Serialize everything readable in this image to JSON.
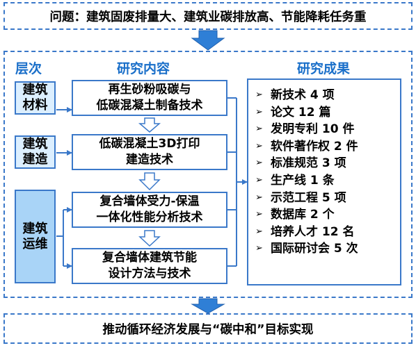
{
  "problem": "问题：建筑固废排量大、建筑业碳排放高、节能降耗任务重",
  "headers": {
    "level": "层次",
    "content": "研究内容",
    "results": "研究成果"
  },
  "levels": [
    {
      "line1": "建筑",
      "line2": "材料"
    },
    {
      "line1": "建筑",
      "line2": "建造"
    },
    {
      "line1": "建筑",
      "line2": "运维"
    }
  ],
  "contents": [
    {
      "line1": "再生砂粉吸碳与",
      "line2": "低碳混凝土制备技术"
    },
    {
      "line1": "低碳混凝土3D打印",
      "line2": "建造技术"
    },
    {
      "line1": "复合墙体受力-保温",
      "line2": "一体化性能分析技术"
    },
    {
      "line1": "复合墙体建筑节能",
      "line2": "设计方法与技术"
    }
  ],
  "results": [
    "新技术 4 项",
    "论文 12 篇",
    "发明专利 10 件",
    "软件著作权 2 件",
    "标准规范 3 项",
    "生产线 1 条",
    "示范工程 5 项",
    "数据库 2 个",
    "培养人才 12 名",
    "国际研讨会 5 次"
  ],
  "goal": "推动循环经济发展与“碳中和”目标实现",
  "colors": {
    "border": "#3a78c9",
    "arrow_fill": "#2f7fd6",
    "layer_light": "#dcefff",
    "layer_dark": "#a9d4f7"
  }
}
